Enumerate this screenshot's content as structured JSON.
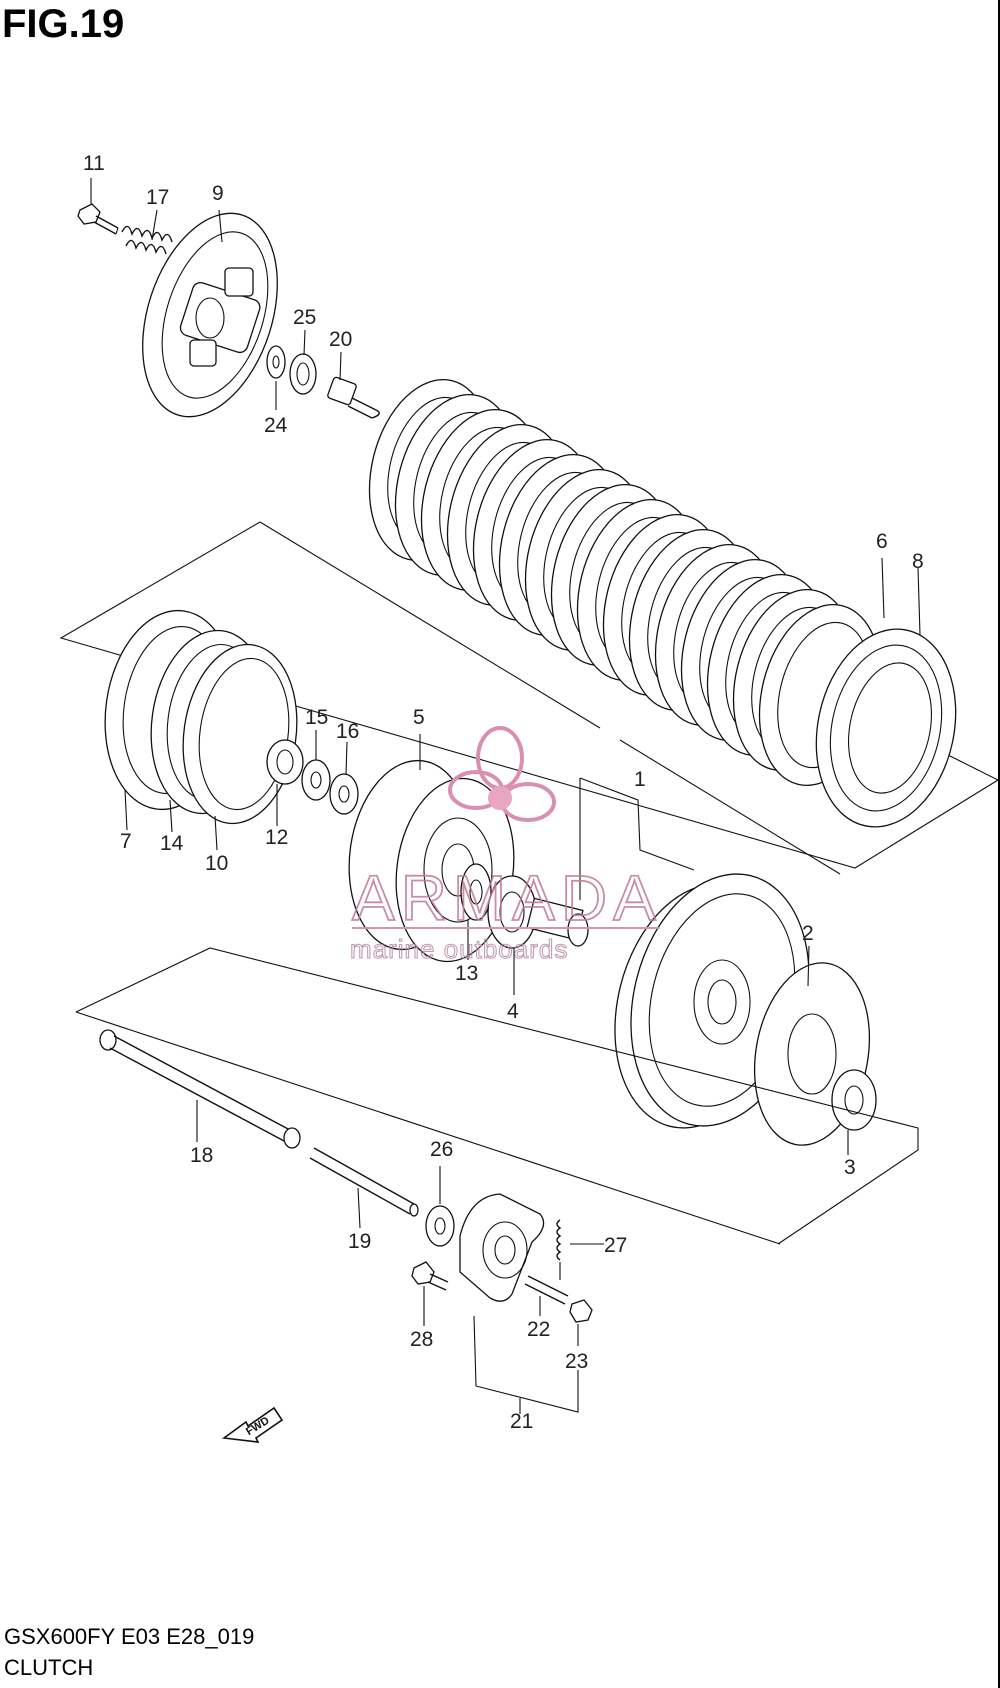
{
  "figure": {
    "title": "FIG.19"
  },
  "footer": {
    "model": "GSX600FY E03 E28_019",
    "name": "CLUTCH"
  },
  "watermark": {
    "brand": "ARMADA",
    "tagline": "marine outboards",
    "color": "#c07a98"
  },
  "fwd_label": "FWD",
  "callouts": [
    {
      "id": "c11",
      "text": "11"
    },
    {
      "id": "c17",
      "text": "17"
    },
    {
      "id": "c9",
      "text": "9"
    },
    {
      "id": "c25",
      "text": "25"
    },
    {
      "id": "c20",
      "text": "20"
    },
    {
      "id": "c24",
      "text": "24"
    },
    {
      "id": "c6",
      "text": "6"
    },
    {
      "id": "c8",
      "text": "8"
    },
    {
      "id": "c15",
      "text": "15"
    },
    {
      "id": "c16",
      "text": "16"
    },
    {
      "id": "c5",
      "text": "5"
    },
    {
      "id": "c1",
      "text": "1"
    },
    {
      "id": "c7",
      "text": "7"
    },
    {
      "id": "c14",
      "text": "14"
    },
    {
      "id": "c10",
      "text": "10"
    },
    {
      "id": "c12",
      "text": "12"
    },
    {
      "id": "c2",
      "text": "2"
    },
    {
      "id": "c13",
      "text": "13"
    },
    {
      "id": "c4",
      "text": "4"
    },
    {
      "id": "c18",
      "text": "18"
    },
    {
      "id": "c26",
      "text": "26"
    },
    {
      "id": "c3",
      "text": "3"
    },
    {
      "id": "c27",
      "text": "27"
    },
    {
      "id": "c19",
      "text": "19"
    },
    {
      "id": "c22",
      "text": "22"
    },
    {
      "id": "c28",
      "text": "28"
    },
    {
      "id": "c23",
      "text": "23"
    },
    {
      "id": "c21",
      "text": "21"
    }
  ]
}
